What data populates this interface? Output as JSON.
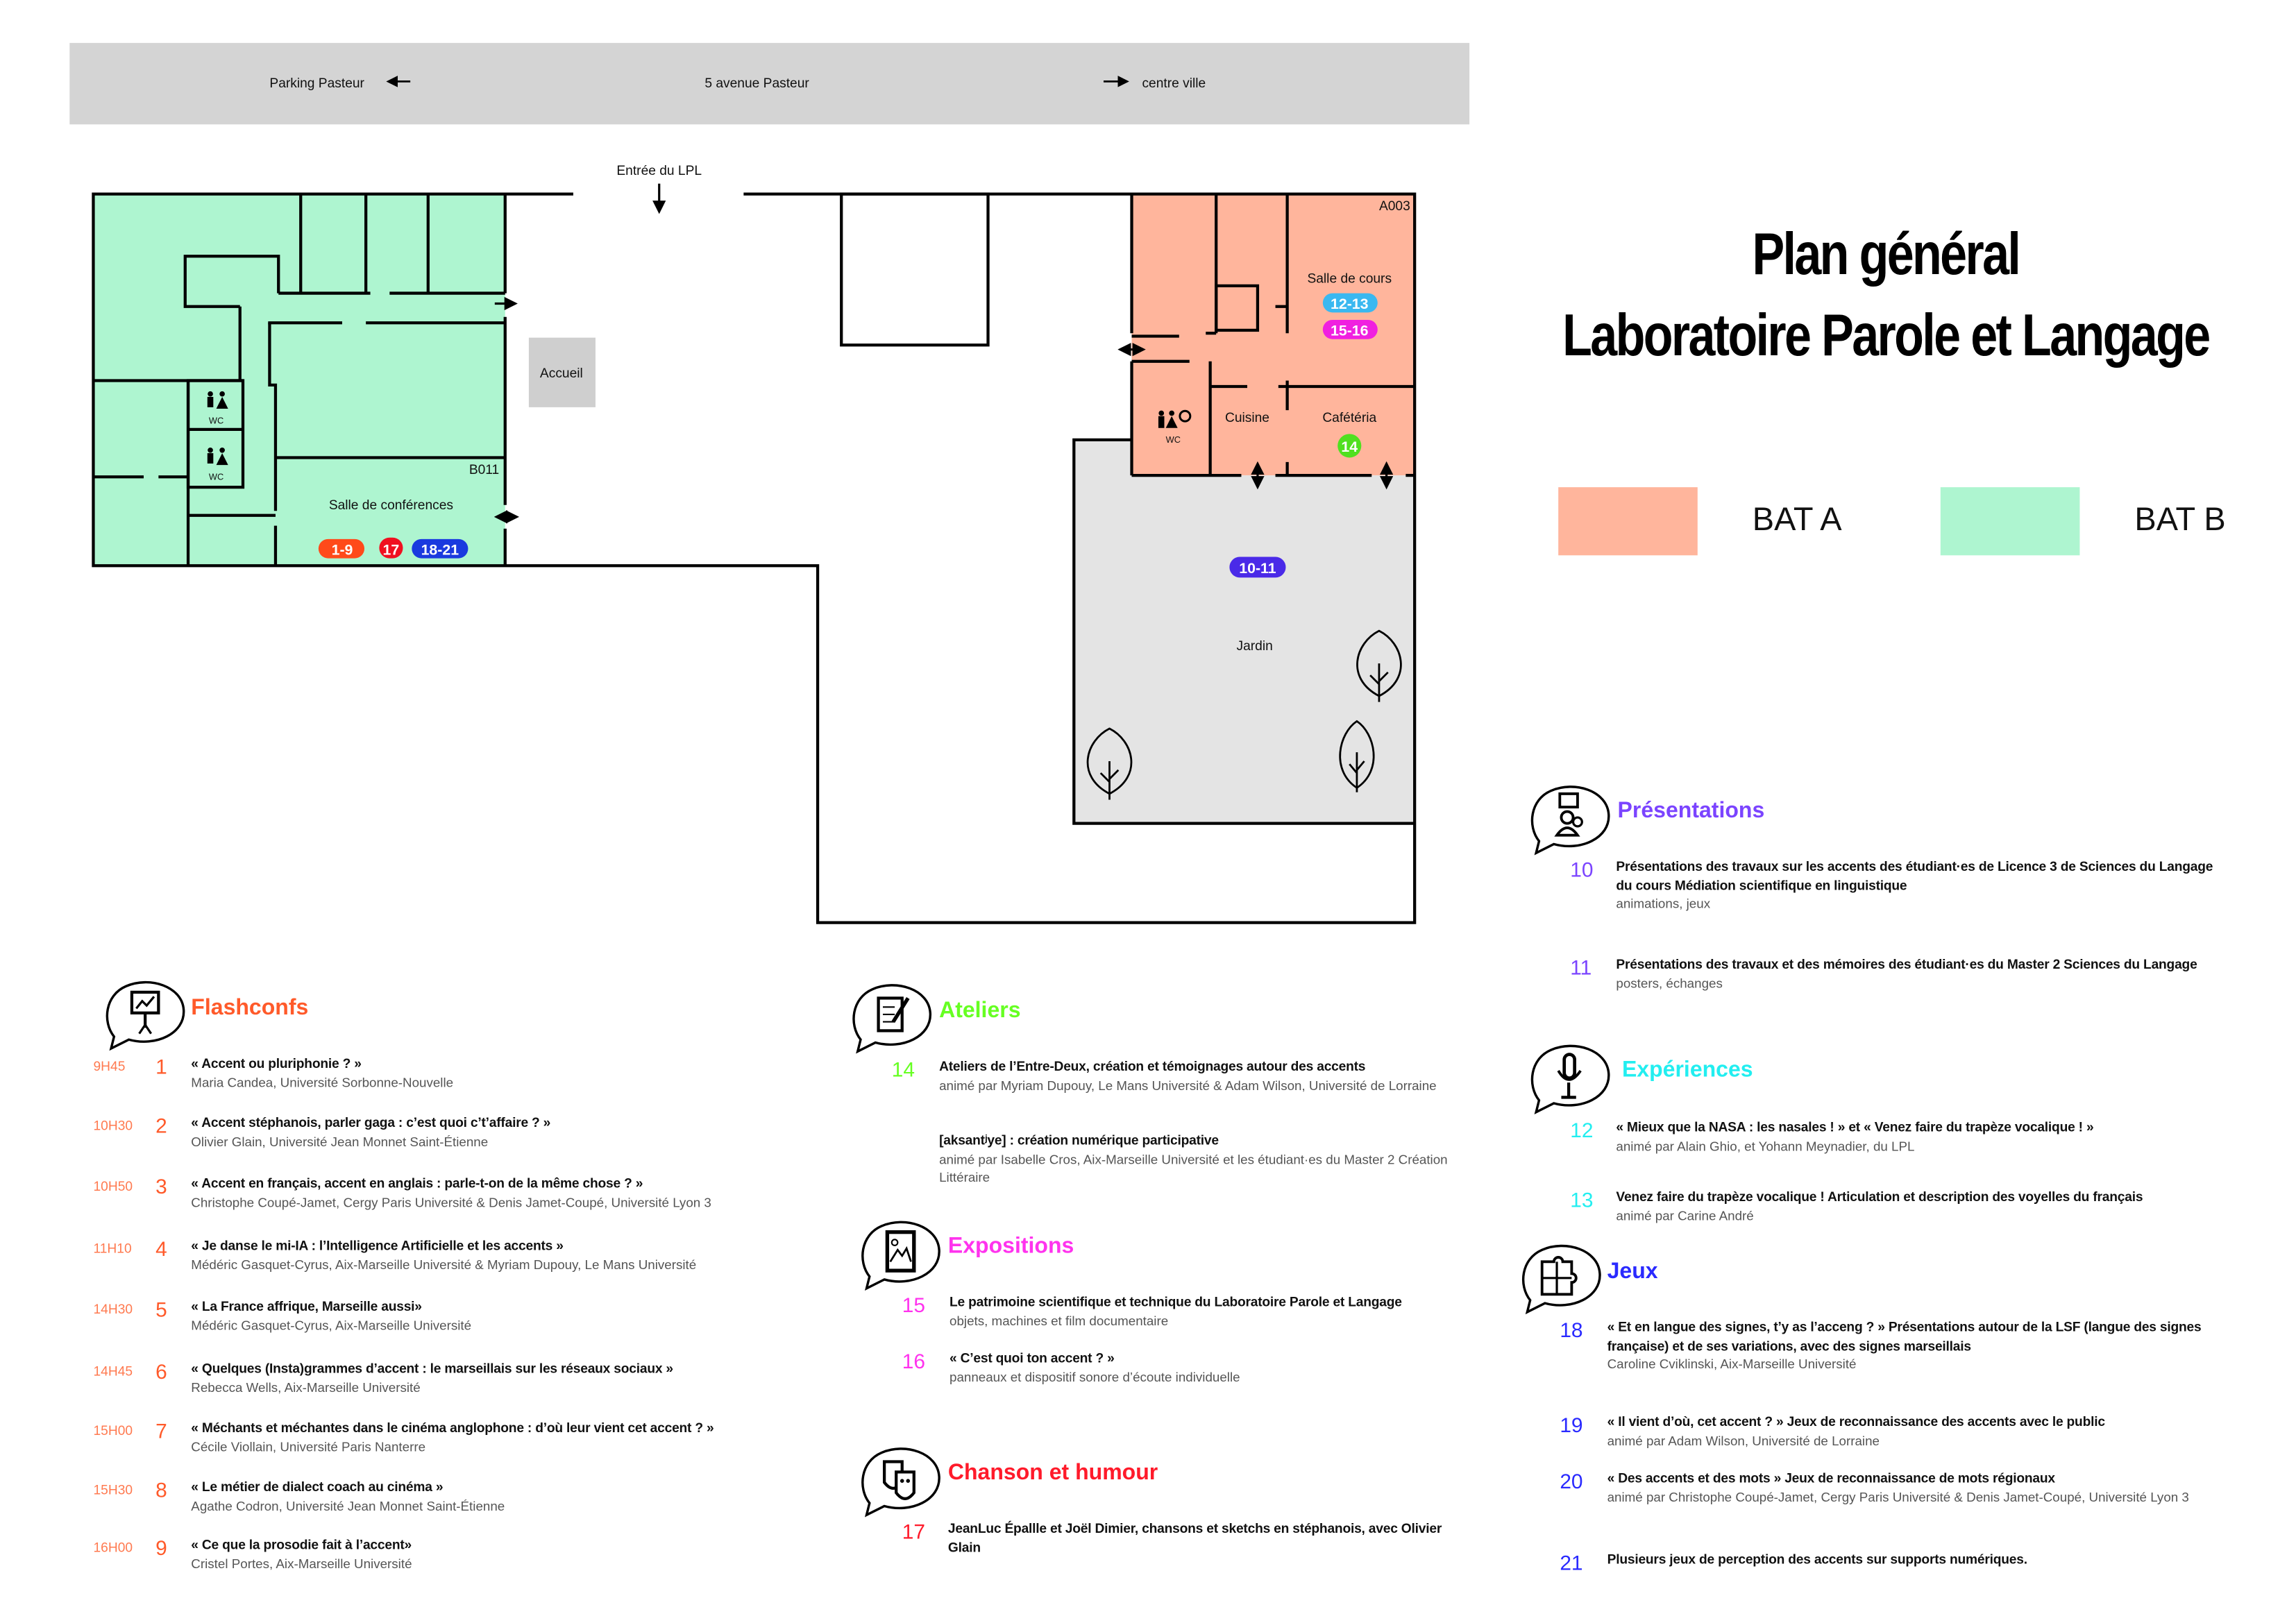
{
  "street_bar": {
    "left": "Parking Pasteur",
    "center": "5 avenue Pasteur",
    "right": "centre ville"
  },
  "map": {
    "entrance": "Entrée du LPL",
    "accueil": "Accueil",
    "b011": "B011",
    "salle_conferences": "Salle de conférences",
    "wc": "WC",
    "a003": "A003",
    "salle_cours": "Salle de cours",
    "cuisine": "Cuisine",
    "cafeteria": "Cafétéria",
    "jardin": "Jardin",
    "badges": {
      "b_1_9": "1-9",
      "b_17": "17",
      "b_18_21": "18-21",
      "b_12_13": "12-13",
      "b_15_16": "15-16",
      "b_14": "14",
      "b_10_11": "10-11"
    },
    "colors": {
      "bat_a": "#ffb59c",
      "bat_b": "#aef5d0",
      "garden": "#e4e4e4",
      "street": "#d4d4d4"
    }
  },
  "heading": {
    "line1": "Plan général",
    "line2": "Laboratoire Parole et Langage"
  },
  "legend": {
    "bat_a": "BAT A",
    "bat_b": "BAT B"
  },
  "sections": {
    "flashconfs": {
      "title": "Flashconfs",
      "color": "#ff5a2a",
      "icon": "presentation-board-icon",
      "items": [
        {
          "time": "9H45",
          "num": "1",
          "title": "« Accent ou pluriphonie ? »",
          "sub": "Maria Candea, Université Sorbonne-Nouvelle"
        },
        {
          "time": "10H30",
          "num": "2",
          "title": "« Accent stéphanois, parler gaga : c’est quoi c’t’affaire ? »",
          "sub": "Olivier Glain, Université Jean Monnet Saint-Étienne"
        },
        {
          "time": "10H50",
          "num": "3",
          "title": "« Accent en français, accent en anglais : parle-t-on de la même chose ? »",
          "sub": "Christophe Coupé-Jamet, Cergy Paris Université & Denis Jamet-Coupé, Université Lyon 3"
        },
        {
          "time": "11H10",
          "num": "4",
          "title": "« Je danse le mi-IA : l’Intelligence Artificielle et les accents »",
          "sub": "Médéric Gasquet-Cyrus, Aix-Marseille Université & Myriam Dupouy, Le Mans Université"
        },
        {
          "time": "14H30",
          "num": "5",
          "title": "« La France affrique, Marseille aussi»",
          "sub": "Médéric Gasquet-Cyrus, Aix-Marseille Université"
        },
        {
          "time": "14H45",
          "num": "6",
          "title": "« Quelques (Insta)grammes d’accent : le marseillais sur les réseaux sociaux »",
          "sub": "Rebecca Wells, Aix-Marseille Université"
        },
        {
          "time": "15H00",
          "num": "7",
          "title": "« Méchants et méchantes dans le cinéma anglophone : d’où leur vient cet accent ? »",
          "sub": "Cécile Viollain, Université Paris Nanterre"
        },
        {
          "time": "15H30",
          "num": "8",
          "title": "« Le métier de dialect coach au cinéma »",
          "sub": "Agathe Codron, Université Jean Monnet Saint-Étienne"
        },
        {
          "time": "16H00",
          "num": "9",
          "title": "« Ce que la prosodie fait à l’accent»",
          "sub": "Cristel Portes, Aix-Marseille Université"
        }
      ]
    },
    "ateliers": {
      "title": "Ateliers",
      "color": "#66ff22",
      "icon": "writing-pen-icon",
      "items": [
        {
          "num": "14",
          "title": "Ateliers de l’Entre-Deux, création et témoignages autour des accents",
          "sub": "animé par Myriam Dupouy, Le Mans Université & Adam Wilson, Université de Lorraine"
        },
        {
          "num": "",
          "title": "[aksantʲye] : création numérique participative",
          "sub": "animé par Isabelle Cros, Aix-Marseille Université et les étudiant·es du Master 2 Création Littéraire"
        }
      ]
    },
    "expositions": {
      "title": "Expositions",
      "color": "#ff33ee",
      "icon": "picture-frame-icon",
      "items": [
        {
          "num": "15",
          "title": "Le patrimoine scientifique et technique du Laboratoire Parole et Langage",
          "sub": "objets, machines et film documentaire"
        },
        {
          "num": "16",
          "title": "« C’est quoi ton accent ? »",
          "sub": "panneaux et dispositif sonore d’écoute individuelle"
        }
      ]
    },
    "chanson": {
      "title": "Chanson et humour",
      "color": "#ff1a2a",
      "icon": "theater-masks-icon",
      "items": [
        {
          "num": "17",
          "title": "JeanLuc Épallle et Joël Dimier, chansons et sketchs en stéphanois, avec Olivier Glain",
          "sub": ""
        }
      ]
    },
    "presentations": {
      "title": "Présentations",
      "color": "#7b44ff",
      "icon": "speaker-audience-icon",
      "items": [
        {
          "num": "10",
          "title": "Présentations des travaux sur les accents des étudiant·es de Licence 3 de Sciences du Langage du cours Médiation scientifique en linguistique",
          "sub": "animations, jeux"
        },
        {
          "num": "11",
          "title": "Présentations des travaux et des mémoires des étudiant·es du Master 2 Sciences du Langage",
          "sub": "posters, échanges"
        }
      ]
    },
    "experiences": {
      "title": "Expériences",
      "color": "#22eef0",
      "icon": "microphone-icon",
      "items": [
        {
          "num": "12",
          "title": "« Mieux que la NASA : les nasales ! » et « Venez faire du trapèze vocalique ! »",
          "sub": "animé par Alain Ghio, et Yohann Meynadier, du LPL"
        },
        {
          "num": "13",
          "title": "Venez faire du trapèze vocalique ! Articulation et description des voyelles du français",
          "sub": "animé par Carine André"
        }
      ]
    },
    "jeux": {
      "title": "Jeux",
      "color": "#2a2aff",
      "icon": "puzzle-icon",
      "items": [
        {
          "num": "18",
          "title": "« Et en langue des signes, t’y as l’acceng ? » Présentations autour de la LSF (langue des signes française) et de ses variations, avec des signes marseillais",
          "sub": "Caroline Cviklinski, Aix-Marseille Université"
        },
        {
          "num": "19",
          "title": "« Il vient d’où, cet accent ? » Jeux de reconnaissance des accents avec le public",
          "sub": "animé par Adam Wilson, Université de Lorraine"
        },
        {
          "num": "20",
          "title": "« Des accents et des mots » Jeux de reconnaissance de mots régionaux",
          "sub": "animé par Christophe Coupé-Jamet, Cergy Paris Université & Denis Jamet-Coupé, Université Lyon 3"
        },
        {
          "num": "21",
          "title": "Plusieurs jeux de perception des accents sur supports numériques.",
          "sub": ""
        }
      ]
    }
  }
}
